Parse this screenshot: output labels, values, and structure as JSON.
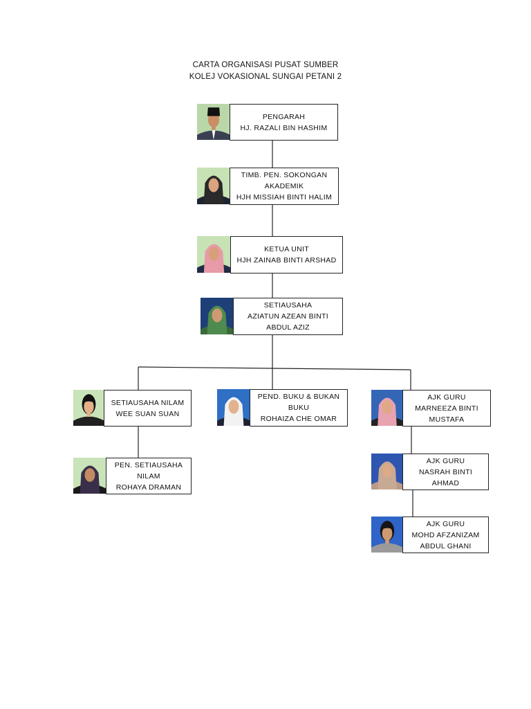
{
  "title": {
    "line1": "CARTA ORGANISASI PUSAT SUMBER",
    "line2": "KOLEJ VOKASIONAL SUNGAI PETANI 2"
  },
  "nodes": {
    "pengarah": {
      "lines": [
        "PENGARAH",
        "HJ. RAZALI BIN HASHIM"
      ],
      "photo": {
        "bg": "#b9d7a8",
        "skin": "#c98e66",
        "cloth": "#3a3f52",
        "headwear": "songkok",
        "head_color": "#111111"
      }
    },
    "timbalan": {
      "lines": [
        "TIMB. PEN. SOKONGAN",
        "AKADEMIK",
        "HJH MISSIAH BINTI HALIM"
      ],
      "photo": {
        "bg": "#c7e2b4",
        "skin": "#d9a47f",
        "cloth": "#1f2433",
        "headwear": "tudung",
        "head_color": "#2a2a2a"
      }
    },
    "ketua_unit": {
      "lines": [
        "KETUA UNIT",
        "HJH ZAINAB BINTI ARSHAD"
      ],
      "photo": {
        "bg": "#c7e2b4",
        "skin": "#d8a07a",
        "cloth": "#222a44",
        "headwear": "tudung",
        "head_color": "#e79aa8"
      }
    },
    "setiausaha": {
      "lines": [
        "SETIAUSAHA",
        "AZIATUN AZEAN BINTI",
        "ABDUL AZIZ"
      ],
      "photo": {
        "bg": "#1f3f78",
        "skin": "#cf9a73",
        "cloth": "#3a6a3a",
        "headwear": "tudung",
        "head_color": "#4f8a4f"
      }
    },
    "setiausaha_nilam": {
      "lines": [
        "SETIAUSAHA NILAM",
        "WEE SUAN SUAN"
      ],
      "photo": {
        "bg": "#c9e4b9",
        "skin": "#e3b08a",
        "cloth": "#202020",
        "headwear": "hair",
        "head_color": "#111111"
      }
    },
    "pen_setiausaha_nilam": {
      "lines": [
        "PEN. SETIAUSAHA",
        "NILAM",
        "ROHAYA DRAMAN"
      ],
      "photo": {
        "bg": "#c9e4b9",
        "skin": "#c48a63",
        "cloth": "#1a1a1a",
        "headwear": "tudung",
        "head_color": "#3a2f4a"
      }
    },
    "pend_buku": {
      "lines": [
        "PEND. BUKU & BUKAN",
        "BUKU",
        "ROHAIZA CHE OMAR"
      ],
      "photo": {
        "bg": "#2f6fc4",
        "skin": "#e2b18d",
        "cloth": "#1d2333",
        "headwear": "tudung",
        "head_color": "#f2f2f2"
      }
    },
    "ajk_marneeza": {
      "lines": [
        "AJK GURU",
        "MARNEEZA BINTI",
        "MUSTAFA"
      ],
      "photo": {
        "bg": "#3566b5",
        "skin": "#dfa985",
        "cloth": "#222222",
        "headwear": "tudung",
        "head_color": "#e8a2b0"
      }
    },
    "ajk_nasrah": {
      "lines": [
        "AJK GURU",
        "NASRAH BINTI",
        "AHMAD"
      ],
      "photo": {
        "bg": "#2e55b0",
        "skin": "#dcaa86",
        "cloth": "#b89a86",
        "headwear": "tudung",
        "head_color": "#c8a994"
      }
    },
    "ajk_afzanizam": {
      "lines": [
        "AJK GURU",
        "MOHD AFZANIZAM",
        "ABDUL GHANI"
      ],
      "photo": {
        "bg": "#2f64c8",
        "skin": "#cf9a70",
        "cloth": "#9a9a9a",
        "headwear": "hair",
        "head_color": "#151515"
      }
    }
  }
}
